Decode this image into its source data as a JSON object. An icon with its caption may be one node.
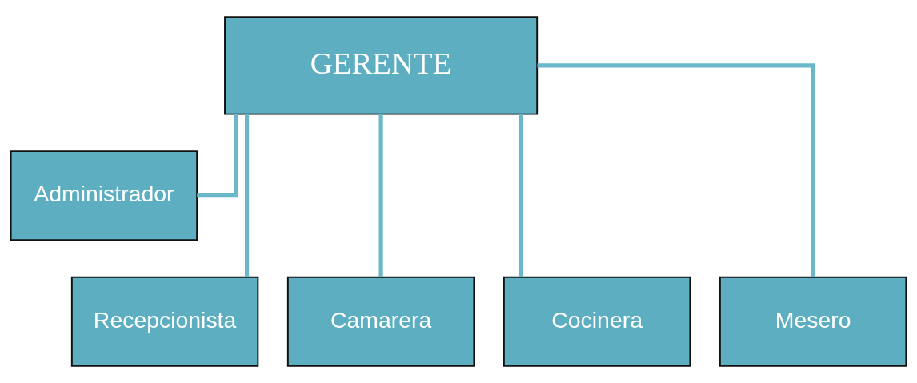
{
  "diagram": {
    "nodes": [
      {
        "text": [
          "GERENTE"
        ]
      },
      {
        "text": [
          "Administrador"
        ]
      },
      {
        "text": [
          "Recepcionista"
        ]
      },
      {
        "text": [
          "Camarera"
        ]
      },
      {
        "text": [
          "Cocinera"
        ]
      },
      {
        "text": [
          "Mesero"
        ]
      }
    ],
    "edges": [
      {
        "from": 0,
        "to": 1,
        "arrow": "none"
      },
      {
        "from": 0,
        "to": 2,
        "arrow": "none"
      },
      {
        "from": 0,
        "to": 3,
        "arrow": "none"
      },
      {
        "from": 0,
        "to": 4,
        "arrow": "none"
      },
      {
        "from": 0,
        "to": 5,
        "arrow": "none"
      }
    ]
  }
}
